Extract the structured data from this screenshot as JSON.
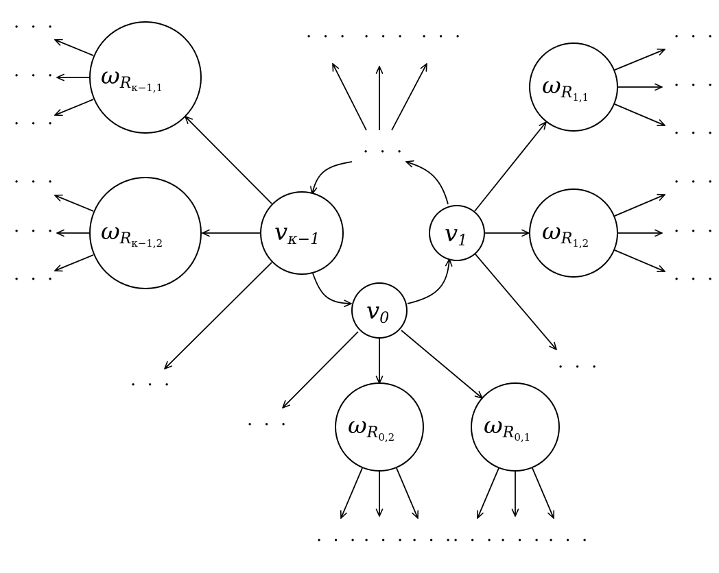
{
  "diagram": {
    "nodes": {
      "v0": {
        "base": "v",
        "sub": "0"
      },
      "v1": {
        "base": "v",
        "sub": "1"
      },
      "vk1": {
        "base": "v",
        "sub": "κ−1"
      },
      "wR11": {
        "base": "ω",
        "sub": "R",
        "subsub": "1,1"
      },
      "wR12": {
        "base": "ω",
        "sub": "R",
        "subsub": "1,2"
      },
      "wR01": {
        "base": "ω",
        "sub": "R",
        "subsub": "0,1"
      },
      "wR02": {
        "base": "ω",
        "sub": "R",
        "subsub": "0,2"
      },
      "wRk11": {
        "base": "ω",
        "sub": "R",
        "subsub": "κ−1,1"
      },
      "wRk12": {
        "base": "ω",
        "sub": "R",
        "subsub": "κ−1,2"
      }
    },
    "ellipsis": "· · ·"
  }
}
